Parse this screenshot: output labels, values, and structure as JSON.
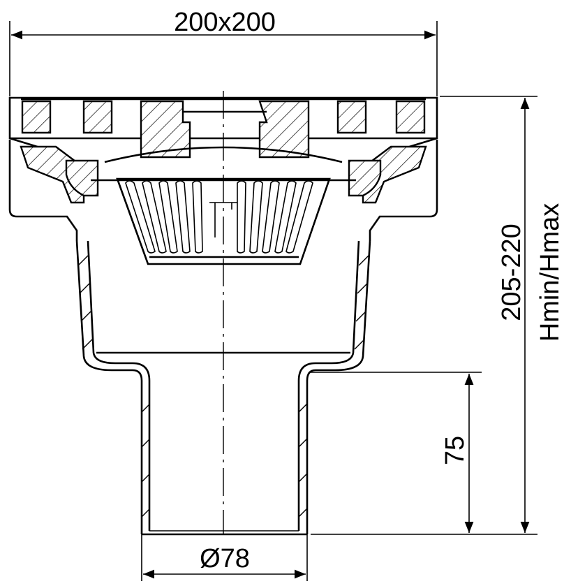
{
  "dimensions": {
    "width": "200x200",
    "height_range": "205-220",
    "height_label": "Hmin/Hmax",
    "outlet_length": "75",
    "outlet_diameter": "Ø78"
  }
}
